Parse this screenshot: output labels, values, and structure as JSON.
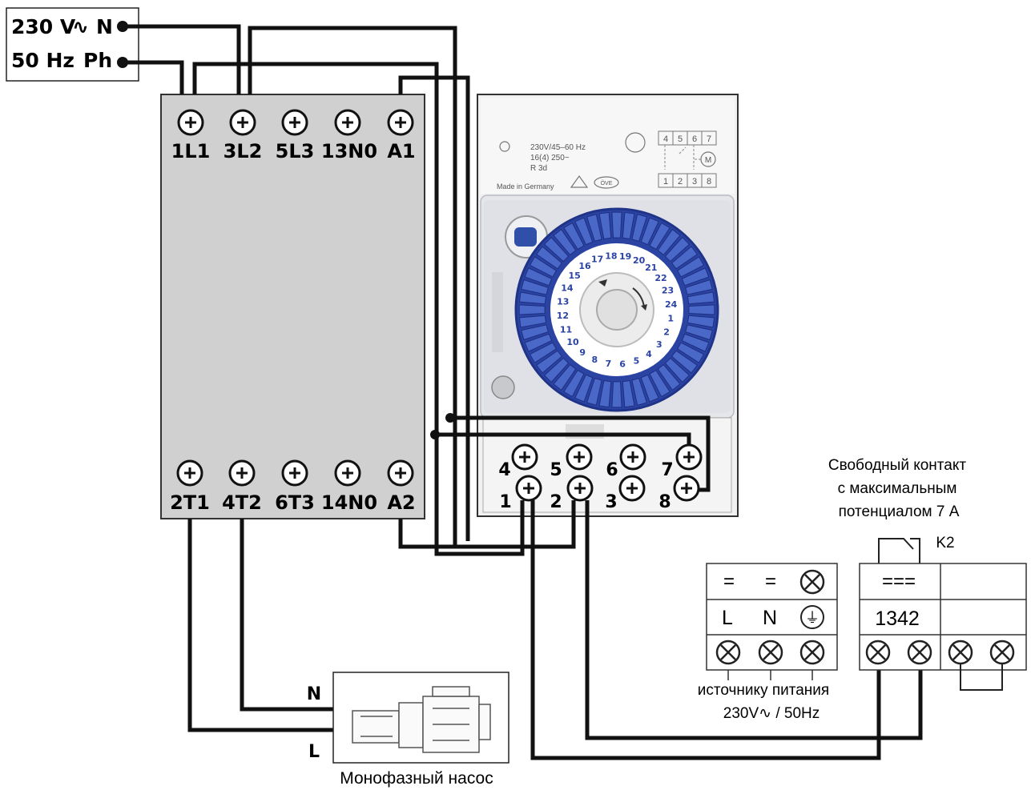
{
  "supply": {
    "line1_voltage": "230 V",
    "line1_ac": "∿",
    "line1_terminal": "N",
    "line2_freq": "50 Hz",
    "line2_terminal": "Ph"
  },
  "contactor": {
    "top_terminals": [
      "1L1",
      "3L2",
      "5L3",
      "13N0",
      "A1"
    ],
    "bottom_terminals": [
      "2T1",
      "4T2",
      "6T3",
      "14N0",
      "A2"
    ]
  },
  "timer": {
    "spec_line1": "230V/45–60 Hz",
    "spec_line2": "16(4) 250~",
    "spec_line3": "R 3d",
    "made_in": "Made in Germany",
    "cert_mark": "ÖVE",
    "legend_top": [
      "4",
      "5",
      "6",
      "7"
    ],
    "legend_bottom": [
      "1",
      "2",
      "3",
      "8"
    ],
    "motor_symbol": "M",
    "dial_hours": [
      "1",
      "2",
      "3",
      "4",
      "5",
      "6",
      "7",
      "8",
      "9",
      "10",
      "11",
      "12",
      "13",
      "14",
      "15",
      "16",
      "17",
      "18",
      "19",
      "20",
      "21",
      "22",
      "23",
      "24"
    ],
    "terminal_top_labels": [
      "4",
      "5",
      "6",
      "7"
    ],
    "terminal_bottom_labels": [
      "1",
      "2",
      "3",
      "8"
    ]
  },
  "pump": {
    "label": "Монофазный насос",
    "terminal_n": "N",
    "terminal_l": "L"
  },
  "power_block": {
    "top_symbols": [
      "=",
      "=",
      "⊗"
    ],
    "middle_labels": [
      "L",
      "N",
      "⏚"
    ],
    "caption_line1": "источнику питания",
    "caption_line2": "230V∿ / 50Hz"
  },
  "relay_block": {
    "note_line1": "Свободный контакт",
    "note_line2": "с максимальным",
    "note_line3": "потенциалом 7 А",
    "relay_name": "K2",
    "top_symbol": "===",
    "terminal_code": "1342"
  }
}
